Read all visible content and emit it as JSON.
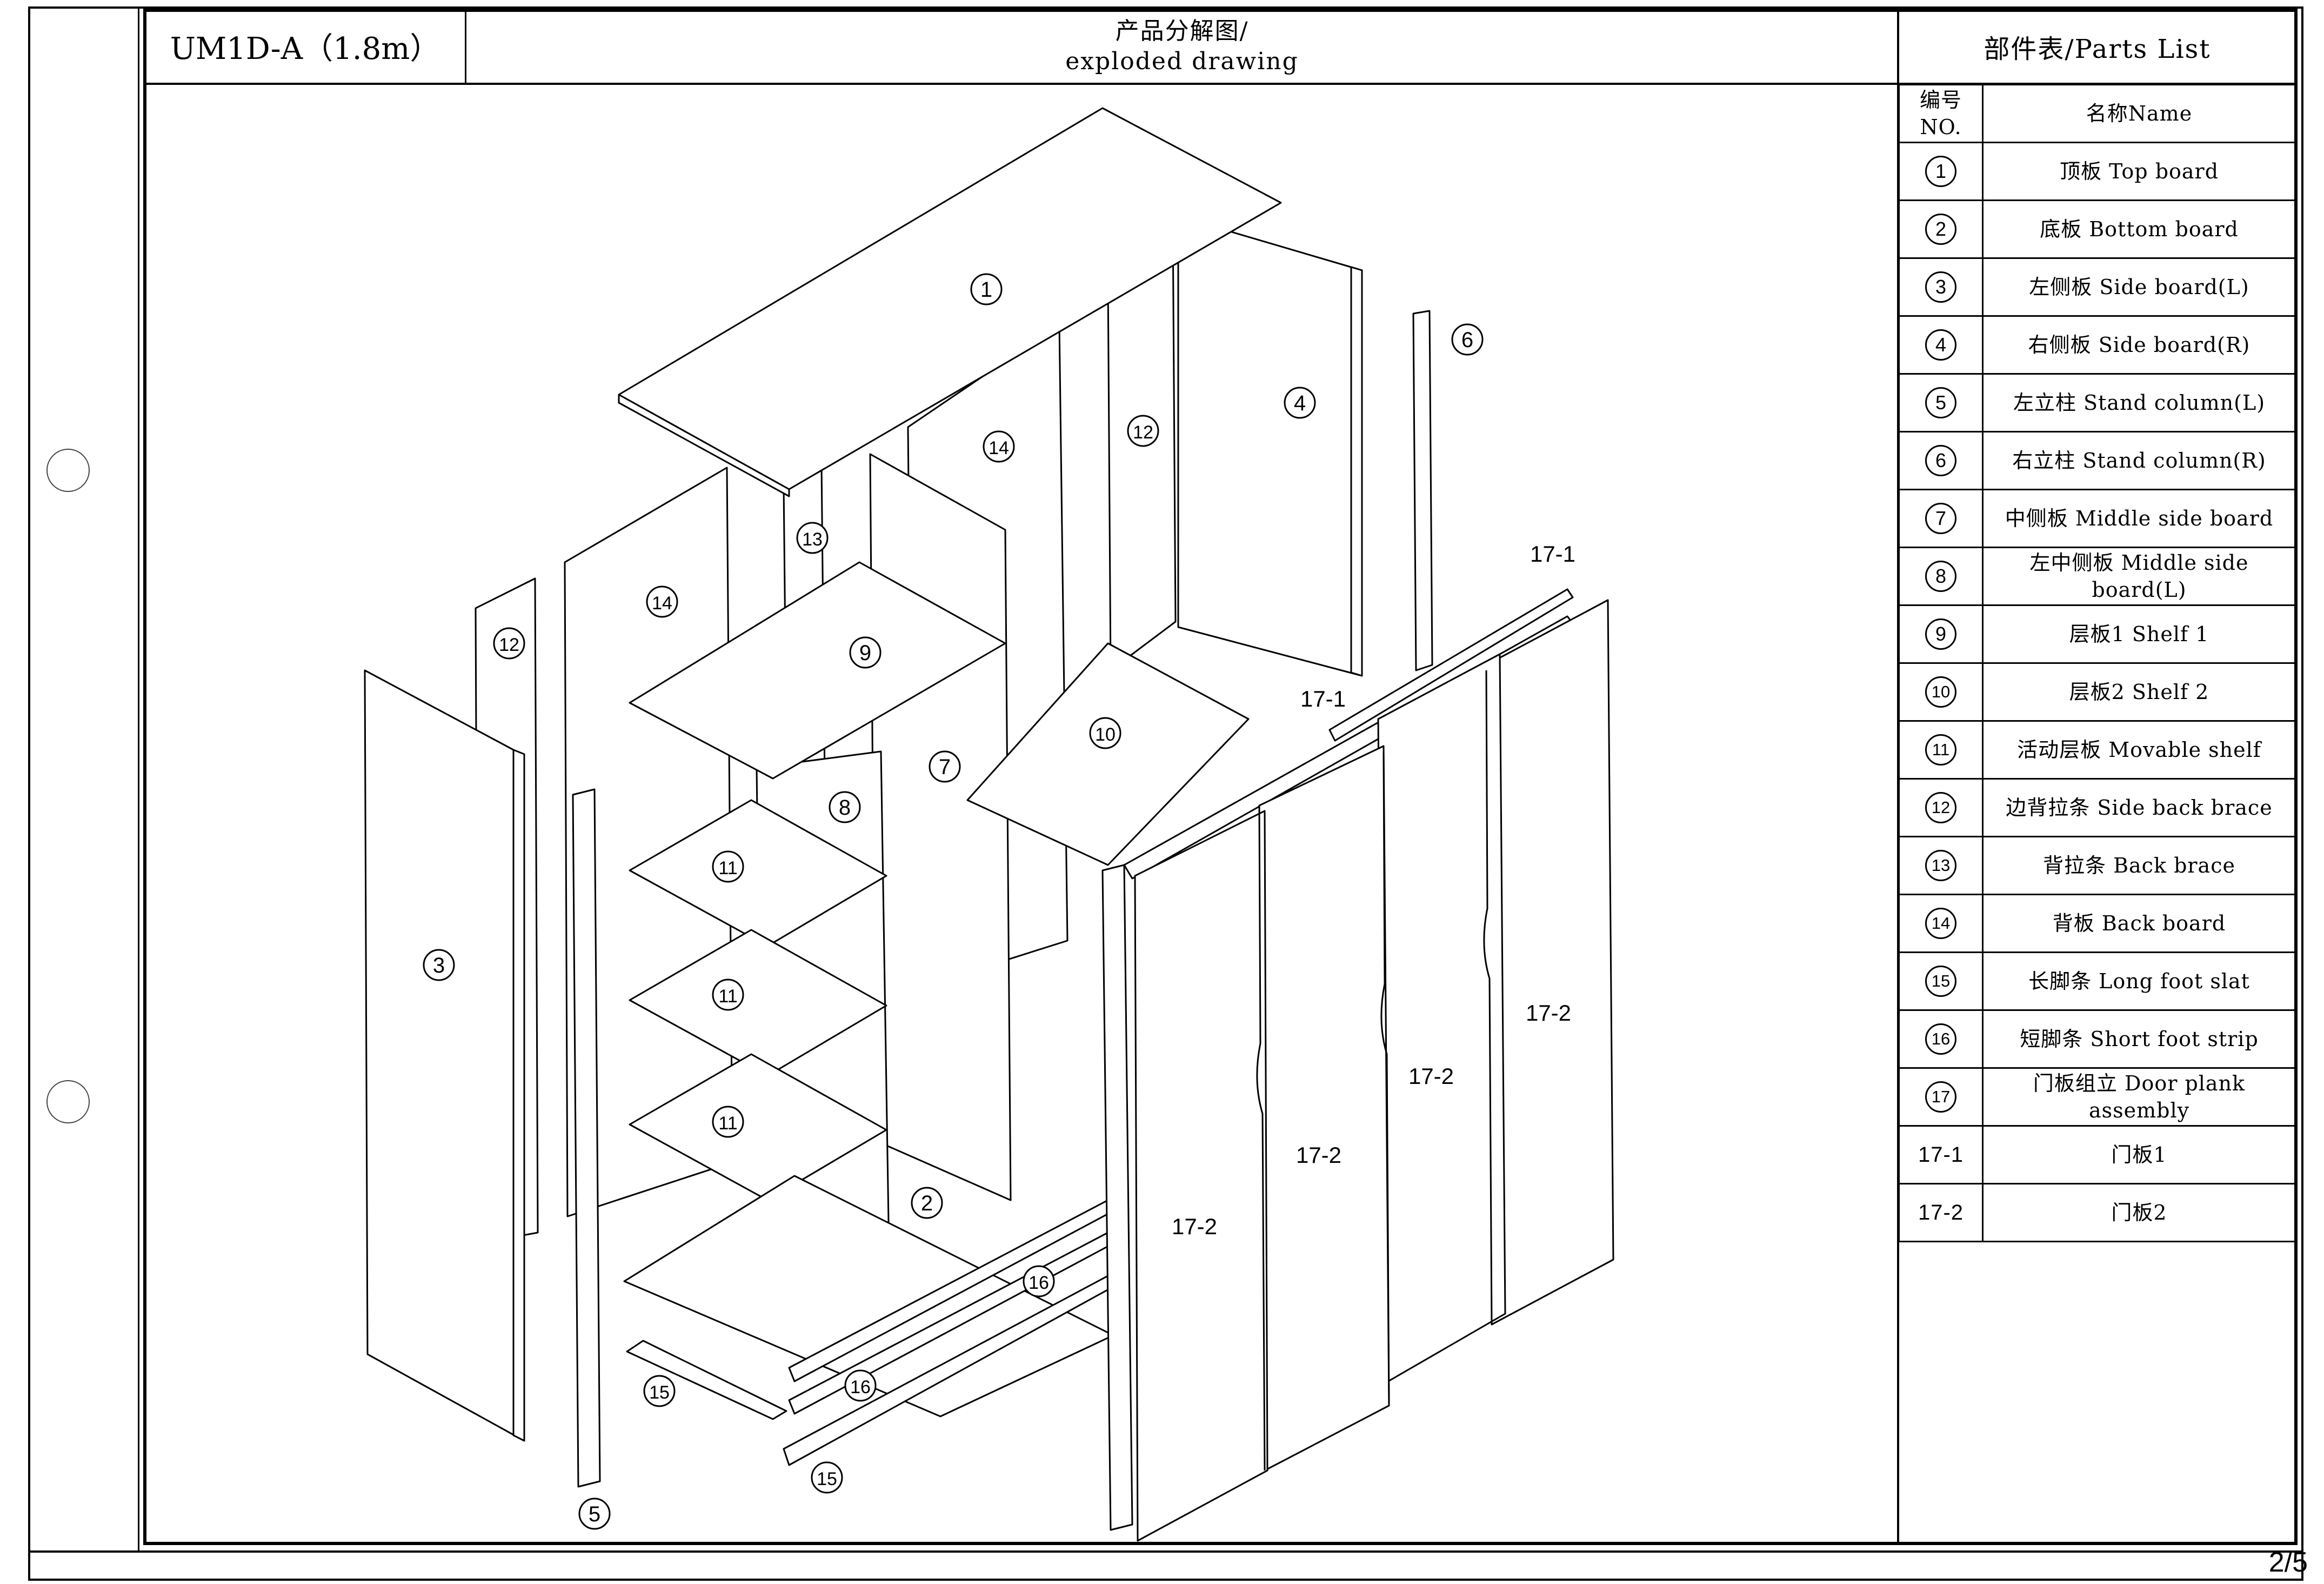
{
  "header": {
    "model": "UM1D-A（1.8m）",
    "title_cn": "产品分解图/",
    "title_en": "exploded drawing",
    "parts_title": "部件表/Parts List"
  },
  "parts_table": {
    "col_no": "编号NO.",
    "col_name": "名称Name",
    "rows": [
      {
        "no": "1",
        "name": "顶板 Top board"
      },
      {
        "no": "2",
        "name": "底板 Bottom board"
      },
      {
        "no": "3",
        "name": "左侧板 Side board(L)"
      },
      {
        "no": "4",
        "name": "右侧板 Side board(R)"
      },
      {
        "no": "5",
        "name": "左立柱 Stand column(L)"
      },
      {
        "no": "6",
        "name": "右立柱 Stand column(R)"
      },
      {
        "no": "7",
        "name": "中侧板 Middle side board"
      },
      {
        "no": "8",
        "name": "左中侧板 Middle side board(L)"
      },
      {
        "no": "9",
        "name": "层板1 Shelf 1"
      },
      {
        "no": "10",
        "name": "层板2 Shelf 2"
      },
      {
        "no": "11",
        "name": "活动层板 Movable shelf"
      },
      {
        "no": "12",
        "name": "边背拉条 Side back brace"
      },
      {
        "no": "13",
        "name": "背拉条 Back brace"
      },
      {
        "no": "14",
        "name": "背板 Back board"
      },
      {
        "no": "15",
        "name": "长脚条 Long foot slat"
      },
      {
        "no": "16",
        "name": "短脚条 Short foot strip"
      },
      {
        "no": "17",
        "name": "门板组立 Door plank assembly"
      },
      {
        "no": "17-1",
        "name": "门板1"
      },
      {
        "no": "17-2",
        "name": "门板2"
      }
    ]
  },
  "drawing": {
    "callouts": [
      "1",
      "2",
      "3",
      "4",
      "5",
      "6",
      "7",
      "8",
      "9",
      "10",
      "11",
      "11",
      "11",
      "12",
      "12",
      "13",
      "14",
      "14",
      "15",
      "15",
      "16",
      "16"
    ],
    "door_labels": [
      "17-1",
      "17-1",
      "17-2",
      "17-2",
      "17-2",
      "17-2"
    ]
  },
  "footer": {
    "page": "2/5"
  }
}
